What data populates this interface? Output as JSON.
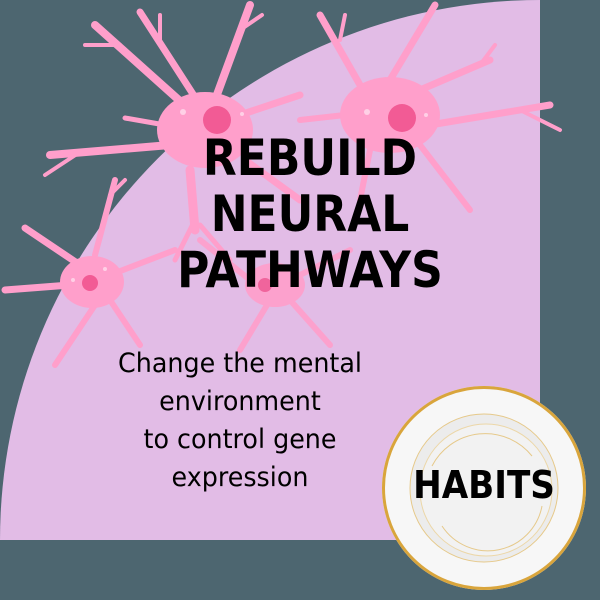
{
  "colors": {
    "background": "#4d6670",
    "lilac_panel": "#e2bce6",
    "neuron_light": "#ff9fcb",
    "neuron_mid": "#f77fb8",
    "neuron_nucleus": "#f25b95",
    "plate_rim": "#d9a53c",
    "plate_face": "#f6f6f6",
    "text": "#000000"
  },
  "headline": {
    "lines": [
      "REBUILD",
      "NEURAL",
      "PATHWAYS"
    ]
  },
  "subtitle": {
    "lines": [
      "Change the mental",
      "environment",
      "to control gene",
      "expression"
    ]
  },
  "badge": {
    "label": "HABITS",
    "icon": "dinner-plate-icon"
  },
  "illustration": {
    "icons": [
      "neuron-icon",
      "neuron-icon",
      "neuron-icon",
      "neuron-icon"
    ]
  }
}
